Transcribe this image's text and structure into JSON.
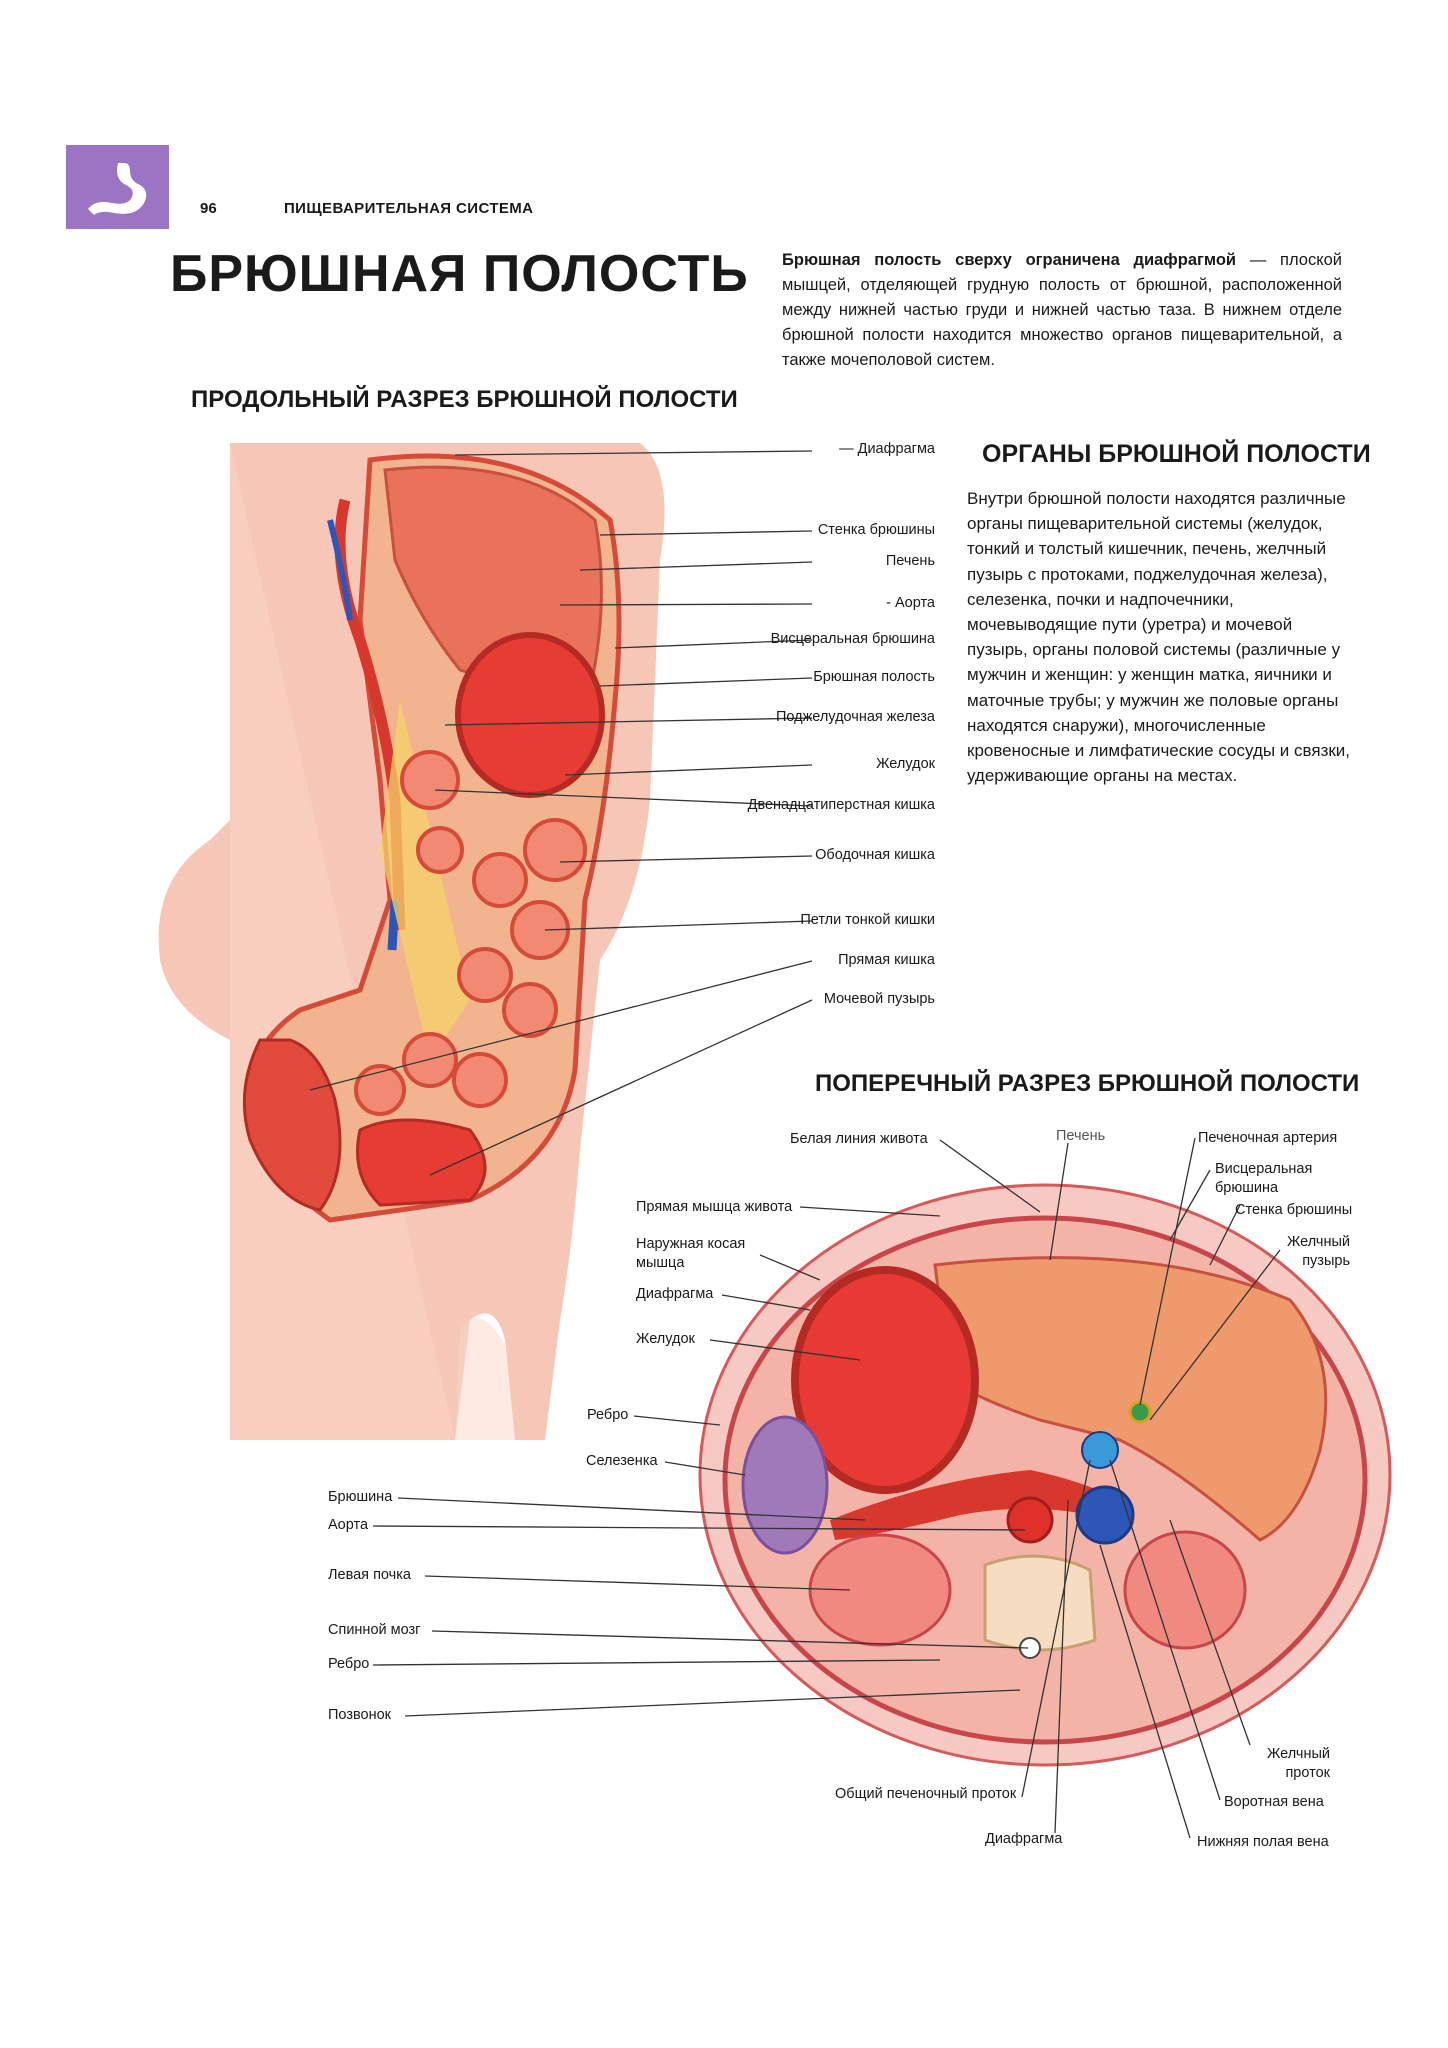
{
  "header": {
    "page_number": "96",
    "section": "ПИЩЕВАРИТЕЛЬНАЯ СИСТЕМА",
    "icon": "stomach-icon"
  },
  "title": "БРЮШНАЯ ПОЛОСТЬ",
  "intro": {
    "lead": "Брюшная полость сверху ограничена диафрагмой",
    "rest": " — плоской мышцей, отделяющей грудную полость от брюшной, расположенной между нижней частью груди и нижней частью таза. В нижнем отделе брюшной полости находится множество органов пищеварительной, а также мочеполовой систем."
  },
  "longitudinal": {
    "heading": "ПРОДОЛЬНЫЙ РАЗРЕЗ БРЮШНОЙ ПОЛОСТИ",
    "labels": [
      "Диафрагма",
      "Стенка брюшины",
      "Печень",
      "Аорта",
      "Висцеральная брюшина",
      "Брюшная полость",
      "Поджелудочная железа",
      "Желудок",
      "Двенадцатиперстная кишка",
      "Ободочная кишка",
      "Петли тонкой кишки",
      "Прямая кишка",
      "Мочевой пузырь"
    ]
  },
  "organs": {
    "heading": "ОРГАНЫ БРЮШНОЙ ПОЛОСТИ",
    "text": "Внутри брюшной полости находятся различные органы пищеварительной системы (желудок, тонкий и толстый кишечник, печень, желчный пузырь с протоками, поджелудочная железа), селезенка, почки и надпочечники, мочевыводящие пути (уретра) и мочевой пузырь, органы половой системы (различные у мужчин и женщин: у женщин матка, яичники и маточные трубы; у мужчин же половые органы находятся снаружи), многочисленные кровеносные и лимфатические сосуды и связки, удерживающие органы на местах."
  },
  "transverse": {
    "heading": "ПОПЕРЕЧНЫЙ РАЗРЕЗ БРЮШНОЙ ПОЛОСТИ",
    "labels": {
      "white_line": "Белая линия живота",
      "liver": "Печень",
      "hepatic_artery": "Печеночная артерия",
      "visceral_peritoneum": "Висцеральная брюшина",
      "peritoneum_wall": "Стенка брюшины",
      "gallbladder": "Желчный пузырь",
      "rectus": "Прямая мышца живота",
      "oblique": "Наружная косая мышца",
      "diaphragm": "Диафрагма",
      "stomach": "Желудок",
      "rib": "Ребро",
      "spleen": "Селезенка",
      "peritoneum": "Брюшина",
      "aorta": "Аорта",
      "left_kidney": "Левая почка",
      "spinal_cord": "Спинной мозг",
      "rib2": "Ребро",
      "vertebra": "Позвонок",
      "common_hepatic_duct": "Общий печеночный проток",
      "diaphragm2": "Диафрагма",
      "bile_duct": "Желчный проток",
      "portal_vein": "Воротная вена",
      "ivc": "Нижняя полая вена"
    }
  },
  "colors": {
    "skin": "#f6c7b6",
    "organ": "#e9725b",
    "deep_red": "#d8372e",
    "fat": "#f4d36a",
    "vein": "#2c57b8",
    "spleen": "#a07ab8",
    "icon_bg": "#9b74c4"
  }
}
